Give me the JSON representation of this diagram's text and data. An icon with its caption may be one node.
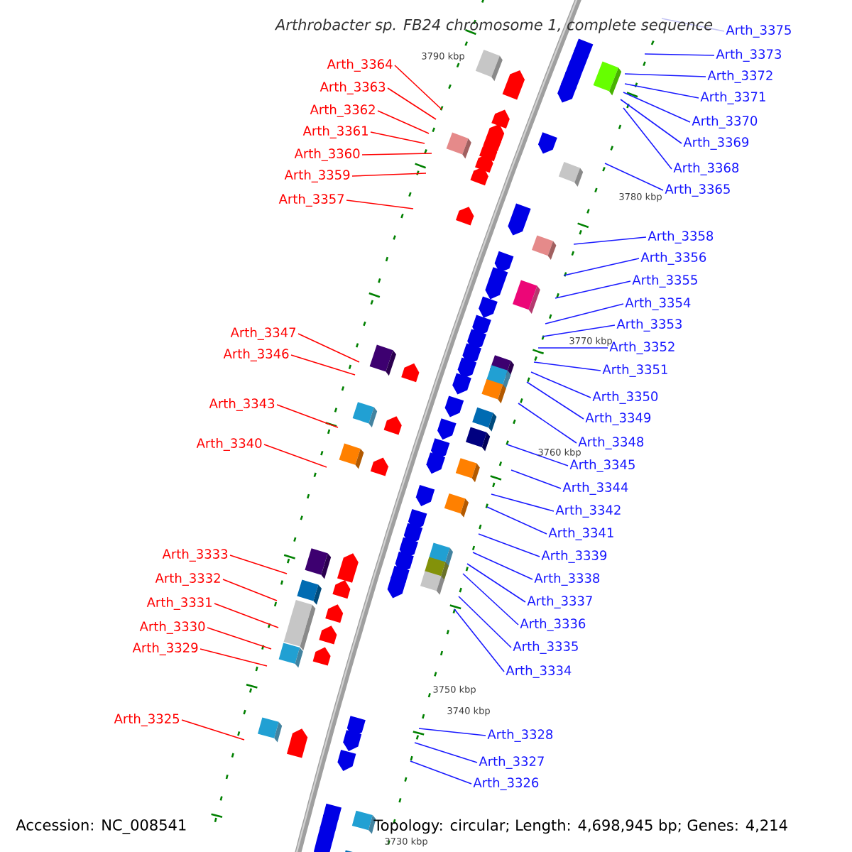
{
  "diagram": {
    "title": "Arthrobacter sp. FB24 chromosome 1, complete sequence",
    "nodes": [
      {
        "text": [
          "Arth_3364"
        ]
      },
      {
        "text": [
          "Arth_3363"
        ]
      },
      {
        "text": [
          "Arth_3362"
        ]
      },
      {
        "text": [
          "Arth_3361"
        ]
      },
      {
        "text": [
          "Arth_3360"
        ]
      },
      {
        "text": [
          "Arth_3359"
        ]
      },
      {
        "text": [
          "Arth_3357"
        ]
      },
      {
        "text": [
          "Arth_3347"
        ]
      },
      {
        "text": [
          "Arth_3346"
        ]
      },
      {
        "text": [
          "Arth_3343"
        ]
      },
      {
        "text": [
          "Arth_3340"
        ]
      },
      {
        "text": [
          "Arth_3333"
        ]
      },
      {
        "text": [
          "Arth_3332"
        ]
      },
      {
        "text": [
          "Arth_3331"
        ]
      },
      {
        "text": [
          "Arth_3330"
        ]
      },
      {
        "text": [
          "Arth_3329"
        ]
      },
      {
        "text": [
          "Arth_3325"
        ]
      },
      {
        "text": [
          "Arth_3375"
        ]
      },
      {
        "text": [
          "Arth_3373"
        ]
      },
      {
        "text": [
          "Arth_3372"
        ]
      },
      {
        "text": [
          "Arth_3371"
        ]
      },
      {
        "text": [
          "Arth_3370"
        ]
      },
      {
        "text": [
          "Arth_3369"
        ]
      },
      {
        "text": [
          "Arth_3368"
        ]
      },
      {
        "text": [
          "Arth_3365"
        ]
      },
      {
        "text": [
          "Arth_3358"
        ]
      },
      {
        "text": [
          "Arth_3356"
        ]
      },
      {
        "text": [
          "Arth_3355"
        ]
      },
      {
        "text": [
          "Arth_3354"
        ]
      },
      {
        "text": [
          "Arth_3353"
        ]
      },
      {
        "text": [
          "Arth_3352"
        ]
      },
      {
        "text": [
          "Arth_3351"
        ]
      },
      {
        "text": [
          "Arth_3350"
        ]
      },
      {
        "text": [
          "Arth_3349"
        ]
      },
      {
        "text": [
          "Arth_3348"
        ]
      },
      {
        "text": [
          "Arth_3345"
        ]
      },
      {
        "text": [
          "Arth_3344"
        ]
      },
      {
        "text": [
          "Arth_3342"
        ]
      },
      {
        "text": [
          "Arth_3341"
        ]
      },
      {
        "text": [
          "Arth_3339"
        ]
      },
      {
        "text": [
          "Arth_3338"
        ]
      },
      {
        "text": [
          "Arth_3337"
        ]
      },
      {
        "text": [
          "Arth_3336"
        ]
      },
      {
        "text": [
          "Arth_3335"
        ]
      },
      {
        "text": [
          "Arth_3334"
        ]
      },
      {
        "text": [
          "Arth_3328"
        ]
      },
      {
        "text": [
          "Arth_3327"
        ]
      },
      {
        "text": [
          "Arth_3326"
        ]
      }
    ],
    "edges": [
      {
        "from": 0,
        "to": null,
        "arrow": "none",
        "color": "#ff0000"
      },
      {
        "from": 1,
        "to": null,
        "arrow": "none",
        "color": "#ff0000"
      },
      {
        "from": 2,
        "to": null,
        "arrow": "none",
        "color": "#ff0000"
      },
      {
        "from": 3,
        "to": null,
        "arrow": "none",
        "color": "#ff0000"
      },
      {
        "from": 4,
        "to": null,
        "arrow": "none",
        "color": "#ff0000"
      },
      {
        "from": 5,
        "to": null,
        "arrow": "none",
        "color": "#ff0000"
      },
      {
        "from": 6,
        "to": null,
        "arrow": "none",
        "color": "#ff0000"
      },
      {
        "from": 7,
        "to": null,
        "arrow": "none",
        "color": "#ff0000"
      },
      {
        "from": 8,
        "to": null,
        "arrow": "none",
        "color": "#ff0000"
      },
      {
        "from": 9,
        "to": null,
        "arrow": "none",
        "color": "#ff0000"
      },
      {
        "from": 10,
        "to": null,
        "arrow": "none",
        "color": "#ff0000"
      },
      {
        "from": 11,
        "to": null,
        "arrow": "none",
        "color": "#ff0000"
      },
      {
        "from": 12,
        "to": null,
        "arrow": "none",
        "color": "#ff0000"
      },
      {
        "from": 13,
        "to": null,
        "arrow": "none",
        "color": "#ff0000"
      },
      {
        "from": 14,
        "to": null,
        "arrow": "none",
        "color": "#ff0000"
      },
      {
        "from": 15,
        "to": null,
        "arrow": "none",
        "color": "#ff0000"
      },
      {
        "from": 16,
        "to": null,
        "arrow": "none",
        "color": "#ff0000"
      },
      {
        "from": 17,
        "to": null,
        "arrow": "none",
        "color": "#c4c4f4"
      },
      {
        "from": 18,
        "to": null,
        "arrow": "none"
      },
      {
        "from": 19,
        "to": null,
        "arrow": "none"
      },
      {
        "from": 20,
        "to": null,
        "arrow": "none"
      },
      {
        "from": 21,
        "to": null,
        "arrow": "none"
      },
      {
        "from": 22,
        "to": null,
        "arrow": "none"
      },
      {
        "from": 23,
        "to": null,
        "arrow": "none"
      },
      {
        "from": 24,
        "to": null,
        "arrow": "none"
      },
      {
        "from": 25,
        "to": null,
        "arrow": "none"
      },
      {
        "from": 26,
        "to": null,
        "arrow": "none"
      },
      {
        "from": 27,
        "to": null,
        "arrow": "none"
      },
      {
        "from": 28,
        "to": null,
        "arrow": "none"
      },
      {
        "from": 29,
        "to": null,
        "arrow": "none"
      },
      {
        "from": 30,
        "to": null,
        "arrow": "none"
      },
      {
        "from": 31,
        "to": null,
        "arrow": "none"
      },
      {
        "from": 32,
        "to": null,
        "arrow": "none"
      },
      {
        "from": 33,
        "to": null,
        "arrow": "none"
      },
      {
        "from": 34,
        "to": null,
        "arrow": "none"
      },
      {
        "from": 35,
        "to": null,
        "arrow": "none"
      },
      {
        "from": 36,
        "to": null,
        "arrow": "none"
      },
      {
        "from": 37,
        "to": null,
        "arrow": "none"
      },
      {
        "from": 38,
        "to": null,
        "arrow": "none"
      },
      {
        "from": 39,
        "to": null,
        "arrow": "none"
      },
      {
        "from": 40,
        "to": null,
        "arrow": "none"
      },
      {
        "from": 41,
        "to": null,
        "arrow": "none"
      },
      {
        "from": 42,
        "to": null,
        "arrow": "none"
      },
      {
        "from": 43,
        "to": null,
        "arrow": "none"
      },
      {
        "from": 44,
        "to": null,
        "arrow": "none"
      },
      {
        "from": 45,
        "to": null,
        "arrow": "none"
      },
      {
        "from": 46,
        "to": null,
        "arrow": "none"
      },
      {
        "from": 47,
        "to": null,
        "arrow": "none"
      }
    ],
    "labels": [
      "3790 kbp",
      "3780 kbp",
      "3770 kbp",
      "3760 kbp",
      "3750 kbp",
      "3740 kbp",
      "Accession: NC_008541",
      "Topology: circular; Length: 4,698,945 bp; Genes: 4,214",
      "3730 kbp"
    ]
  }
}
